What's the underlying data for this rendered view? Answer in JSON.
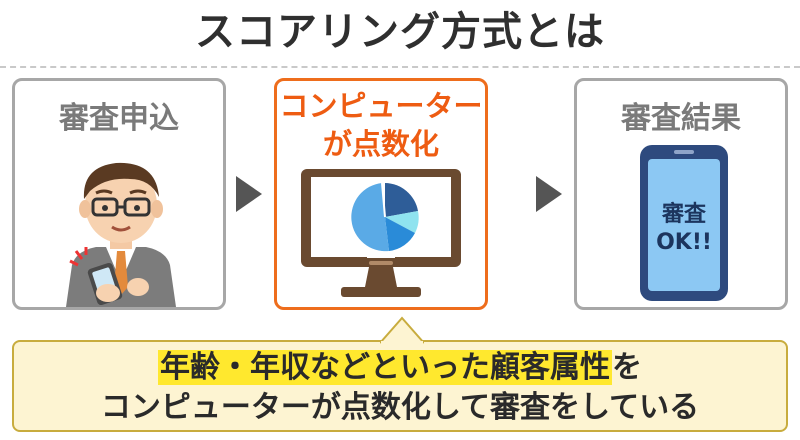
{
  "title": "スコアリング方式とは",
  "panels": [
    {
      "label": "審査申込"
    },
    {
      "label_line1": "コンピューター",
      "label_line2": "が点数化"
    },
    {
      "label": "審査結果"
    }
  ],
  "phone_screen": {
    "line1": "審査",
    "line2": "OK!!"
  },
  "callout": {
    "highlight": "年齢・年収などといった顧客属性",
    "line1_rest": "を",
    "line2": "コンピューターが点数化して審査をしている"
  },
  "colors": {
    "accent": "#ee6d1c",
    "panel_border": "#a7a7a7",
    "callout_bg": "#fdf4d2",
    "highlight": "#ffe82e",
    "phone_frame": "#2e4a7e",
    "phone_screen": "#8cc8f3"
  }
}
